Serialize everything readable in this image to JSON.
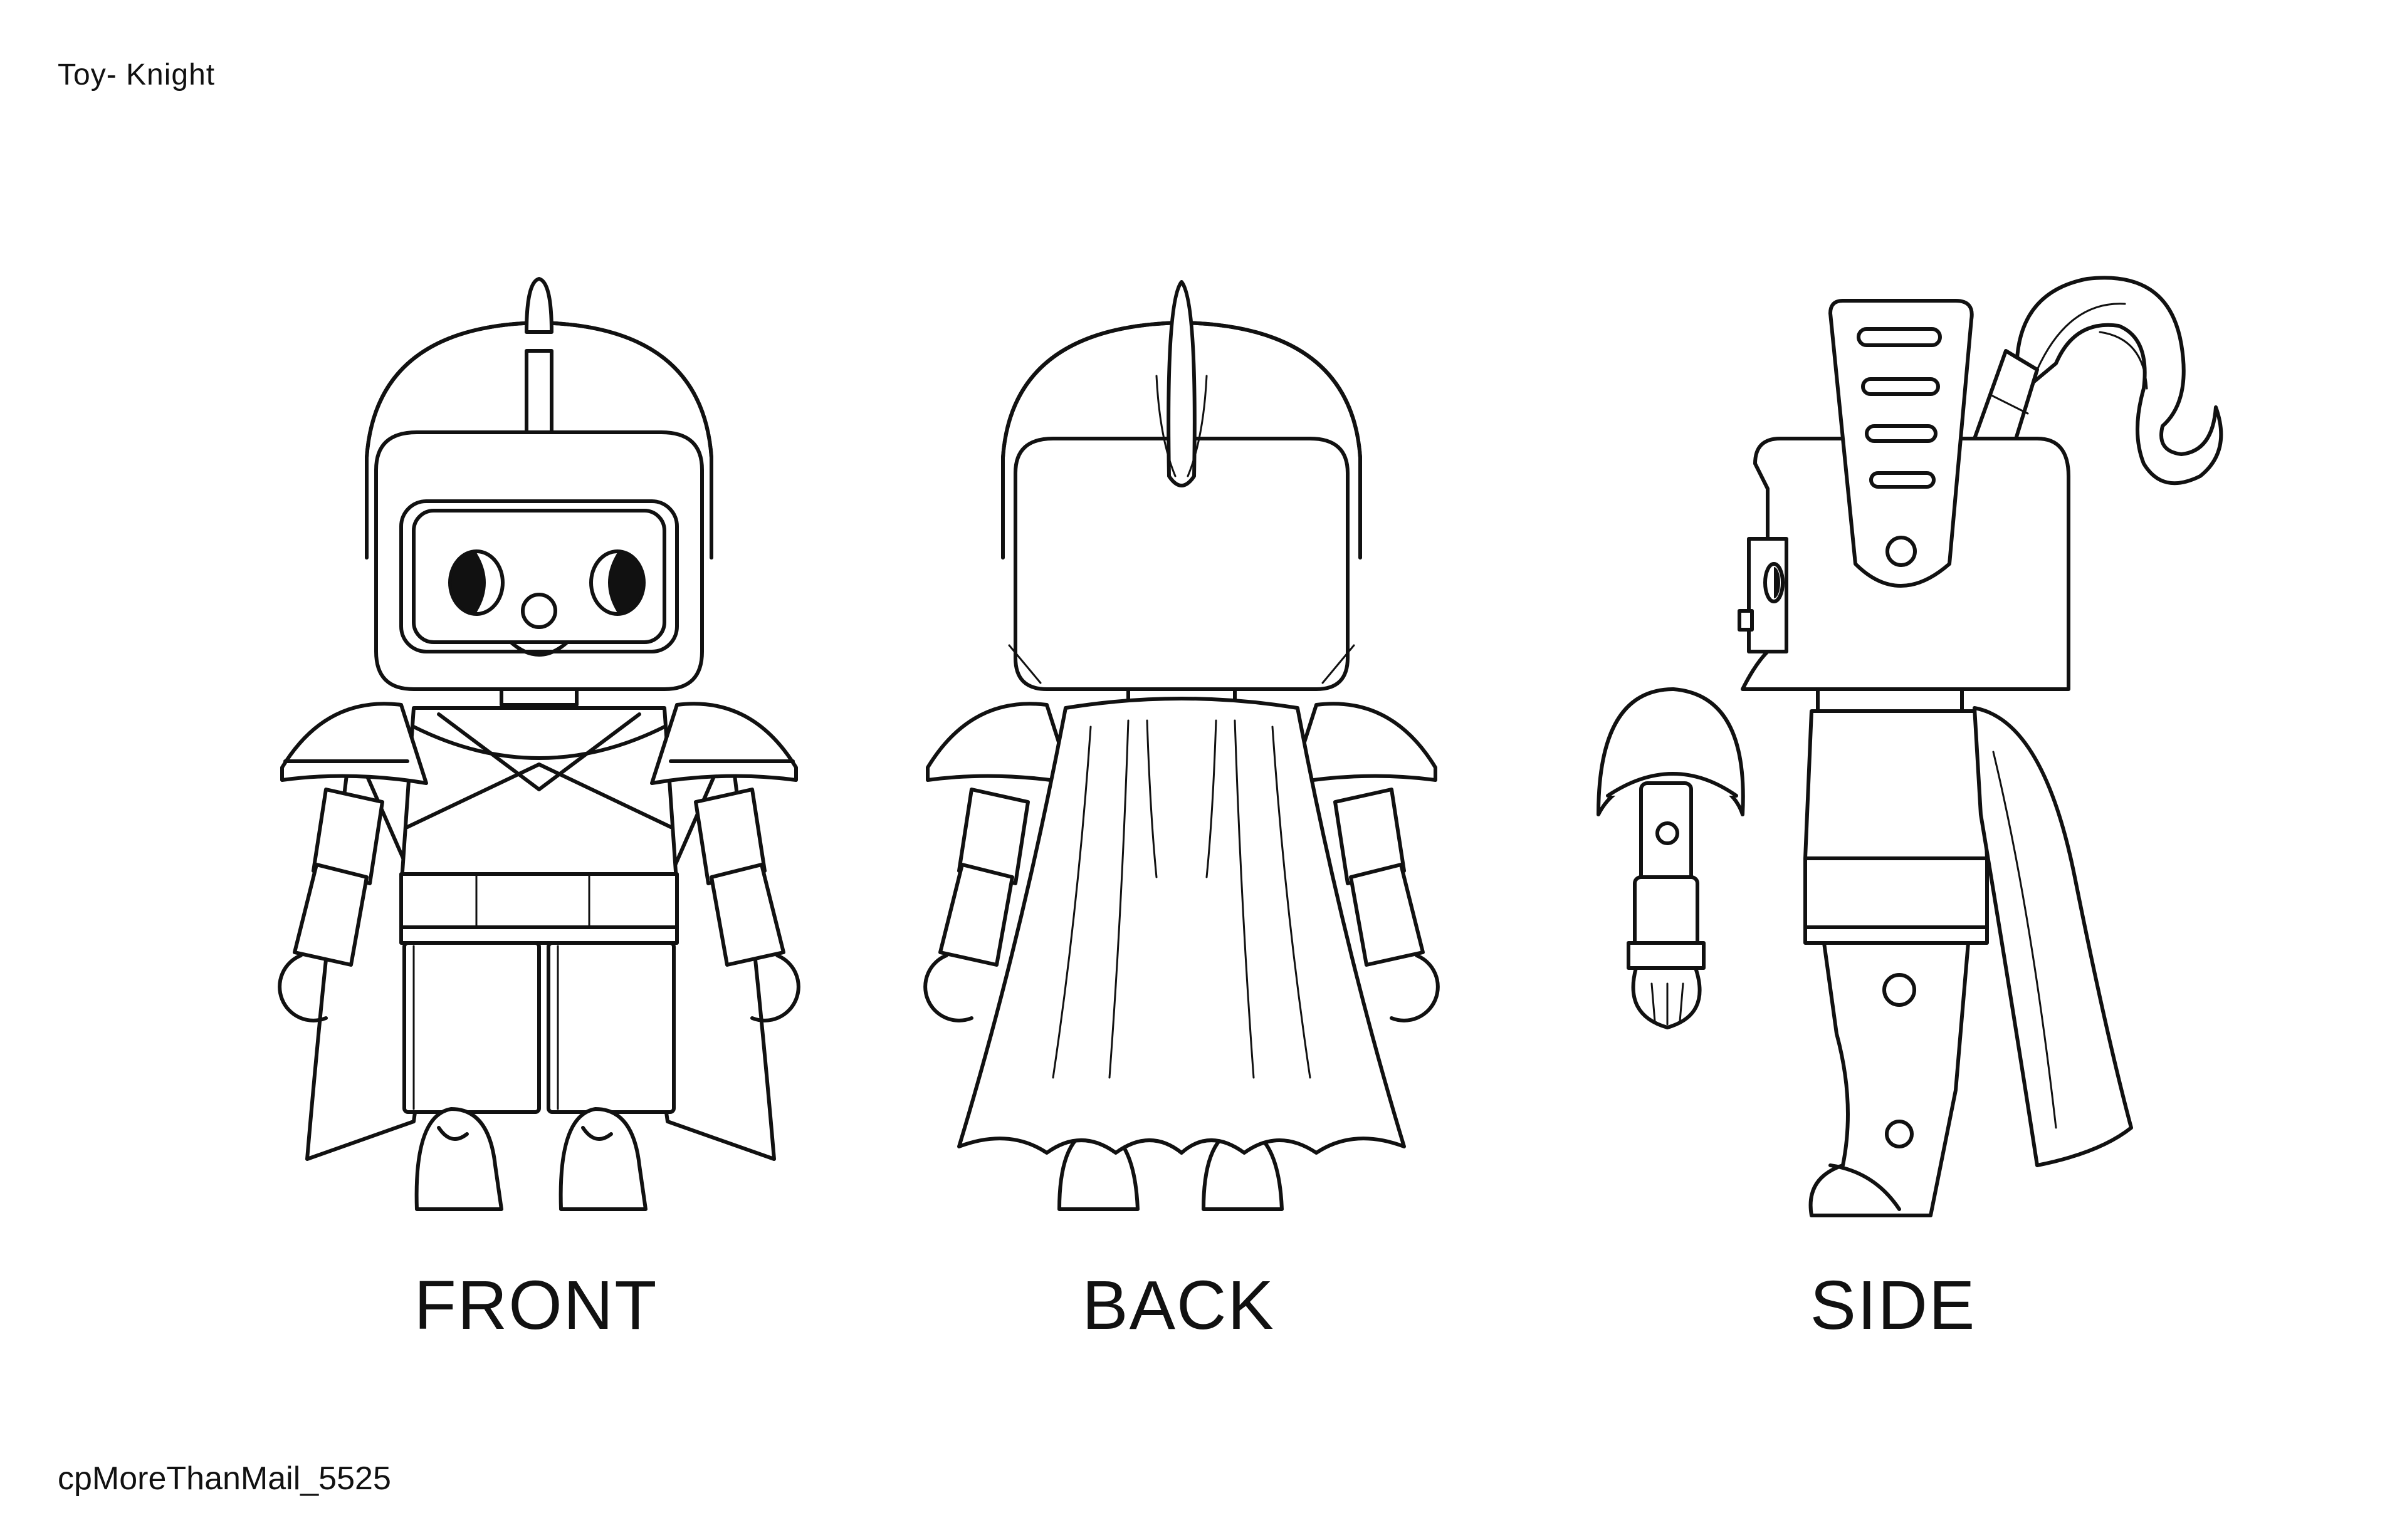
{
  "sheet": {
    "title": "Toy- Knight",
    "footer_id": "cpMoreThanMail_5525"
  },
  "views": {
    "front": {
      "label": "FRONT"
    },
    "back": {
      "label": "BACK"
    },
    "side": {
      "label": "SIDE"
    }
  },
  "colors": {
    "background": "#ffffff",
    "line": "#111111"
  }
}
